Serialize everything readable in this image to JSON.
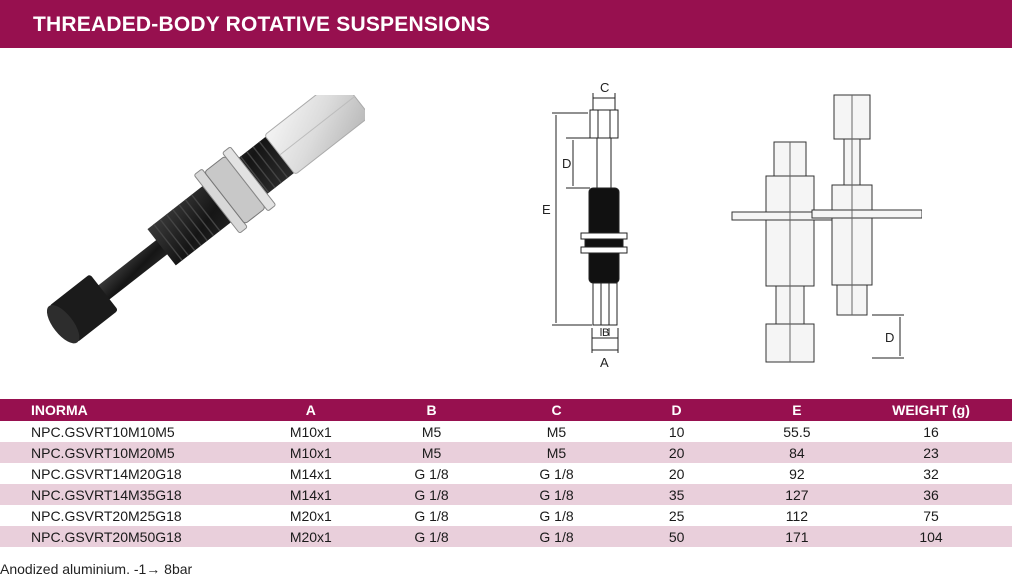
{
  "header": {
    "title": "THREADED-BODY ROTATIVE SUSPENSIONS"
  },
  "drawing": {
    "label_a": "A",
    "label_b": "B",
    "label_c": "C",
    "label_d": "D",
    "label_e": "E"
  },
  "table": {
    "columns": [
      "INORMA",
      "A",
      "B",
      "C",
      "D",
      "E",
      "WEIGHT (g)"
    ],
    "rows": [
      [
        "NPC.GSVRT10M10M5",
        "M10x1",
        "M5",
        "M5",
        "10",
        "55.5",
        "16"
      ],
      [
        "NPC.GSVRT10M20M5",
        "M10x1",
        "M5",
        "M5",
        "20",
        "84",
        "23"
      ],
      [
        "NPC.GSVRT14M20G18",
        "M14x1",
        "G 1/8",
        "G 1/8",
        "20",
        "92",
        "32"
      ],
      [
        "NPC.GSVRT14M35G18",
        "M14x1",
        "G 1/8",
        "G 1/8",
        "35",
        "127",
        "36"
      ],
      [
        "NPC.GSVRT20M25G18",
        "M20x1",
        "G 1/8",
        "G 1/8",
        "25",
        "112",
        "75"
      ],
      [
        "NPC.GSVRT20M50G18",
        "M20x1",
        "G 1/8",
        "G 1/8",
        "50",
        "171",
        "104"
      ]
    ]
  },
  "footnote": "Anodized aluminium.  -1→ 8bar",
  "colors": {
    "accent": "#97104f",
    "row_alt": "#e9cfdb"
  }
}
